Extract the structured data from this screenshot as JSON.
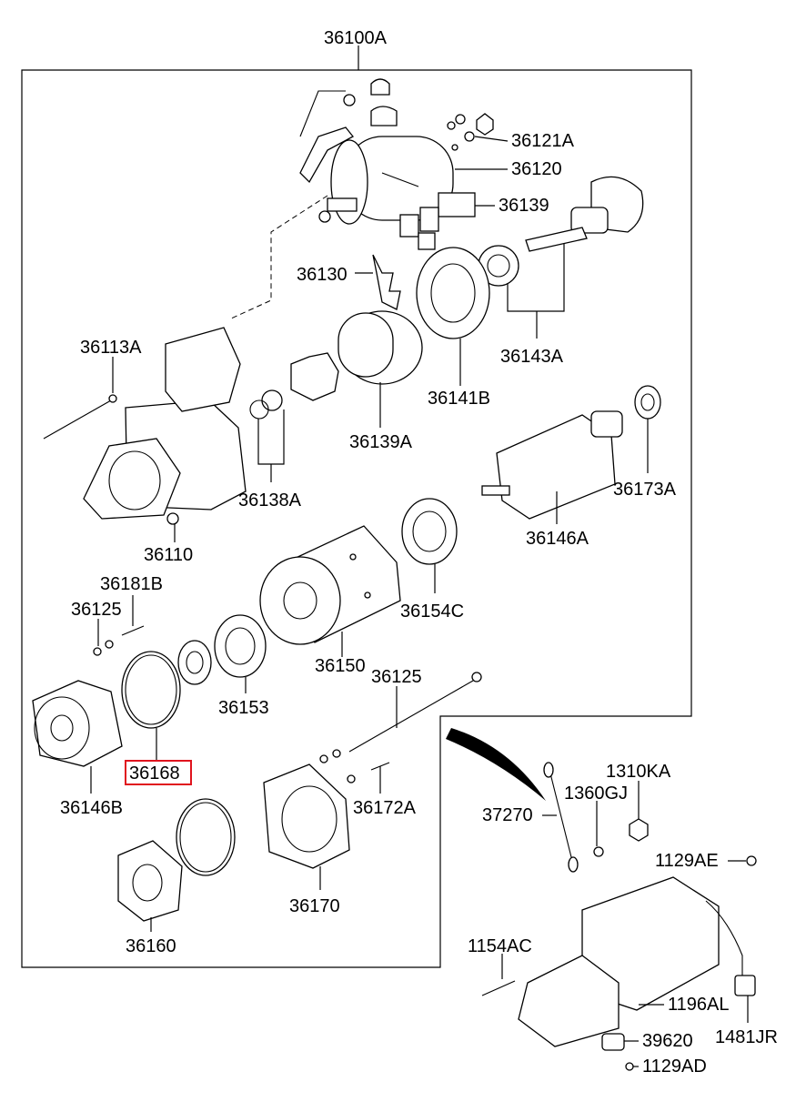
{
  "diagram": {
    "assembly_label": "36100A",
    "highlight_color": "#e0141e",
    "parts": {
      "p36121A": "36121A",
      "p36120": "36120",
      "p36139": "36139",
      "p36130": "36130",
      "p36143A": "36143A",
      "p36113A": "36113A",
      "p36141B": "36141B",
      "p36139A": "36139A",
      "p36138A": "36138A",
      "p36110": "36110",
      "p36173A": "36173A",
      "p36146A": "36146A",
      "p36181B": "36181B",
      "p36125a": "36125",
      "p36154C": "36154C",
      "p36150": "36150",
      "p36125b": "36125",
      "p36153": "36153",
      "p36168": "36168",
      "p36146B": "36146B",
      "p36172A": "36172A",
      "p36170": "36170",
      "p36160": "36160"
    },
    "outside_parts": {
      "p1310KA": "1310KA",
      "p1360GJ": "1360GJ",
      "p37270": "37270",
      "p1129AE": "1129AE",
      "p1154AC": "1154AC",
      "p1196AL": "1196AL",
      "p1481JR": "1481JR",
      "p39620": "39620",
      "p1129AD": "1129AD"
    }
  }
}
